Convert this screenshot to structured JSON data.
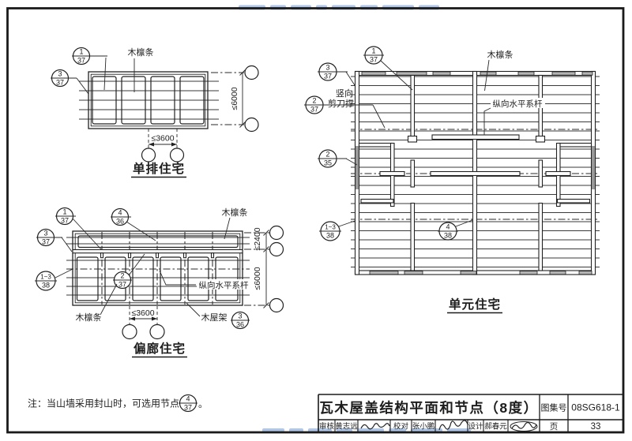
{
  "colors": {
    "line": "#222222",
    "paper": "#ffffff",
    "watermark_blue": "#5b8dd6"
  },
  "d1": {
    "title": "单排住宅",
    "labels": {
      "purlin": "木檩条"
    },
    "dims": {
      "h": "≤6000",
      "w": "≤3600"
    },
    "callouts": {
      "a": {
        "t": "1",
        "b": "37"
      },
      "b": {
        "t": "3",
        "b": "37"
      }
    }
  },
  "d2": {
    "title": "偏廊住宅",
    "labels": {
      "purlin_top": "木檩条",
      "purlin_bottom": "木檩条",
      "tie": "纵向水平系杆",
      "truss": "木屋架"
    },
    "dims": {
      "corridor": "≤2400",
      "h": "≤6000",
      "w": "≤3600"
    },
    "callouts": {
      "a": {
        "t": "1",
        "b": "37"
      },
      "b": {
        "t": "4",
        "b": "36"
      },
      "c": {
        "t": "3",
        "b": "37"
      },
      "d": {
        "t": "1~3",
        "b": "38"
      },
      "e": {
        "t": "2",
        "b": "37"
      },
      "f": {
        "t": "3",
        "b": "36"
      }
    }
  },
  "d3": {
    "title": "单元住宅",
    "labels": {
      "purlin": "木檩条",
      "tie": "纵向水平系杆",
      "brace_line1": "竖向",
      "brace_line2": "剪刀撑"
    },
    "callouts": {
      "a": {
        "t": "1",
        "b": "37"
      },
      "b": {
        "t": "3",
        "b": "37"
      },
      "c": {
        "t": "2",
        "b": "37"
      },
      "d": {
        "t": "2",
        "b": "35"
      },
      "e": {
        "t": "1~3",
        "b": "38"
      },
      "f": {
        "t": "4",
        "b": "38"
      }
    }
  },
  "note": {
    "text": "注：当山墙采用封山时，可选用节点",
    "callout": {
      "t": "4",
      "b": "37"
    },
    "period": "。"
  },
  "titleblock": {
    "title": "瓦木屋盖结构平面和节点（8度）",
    "atlas_label": "图集号",
    "atlas_no": "08SG618-1",
    "page_label": "页",
    "page_no": "33",
    "review_label": "审核",
    "reviewer": "黄志远",
    "check_label": "校对",
    "checker": "张小鹏",
    "design_label": "设计",
    "designer": "郝春元"
  }
}
